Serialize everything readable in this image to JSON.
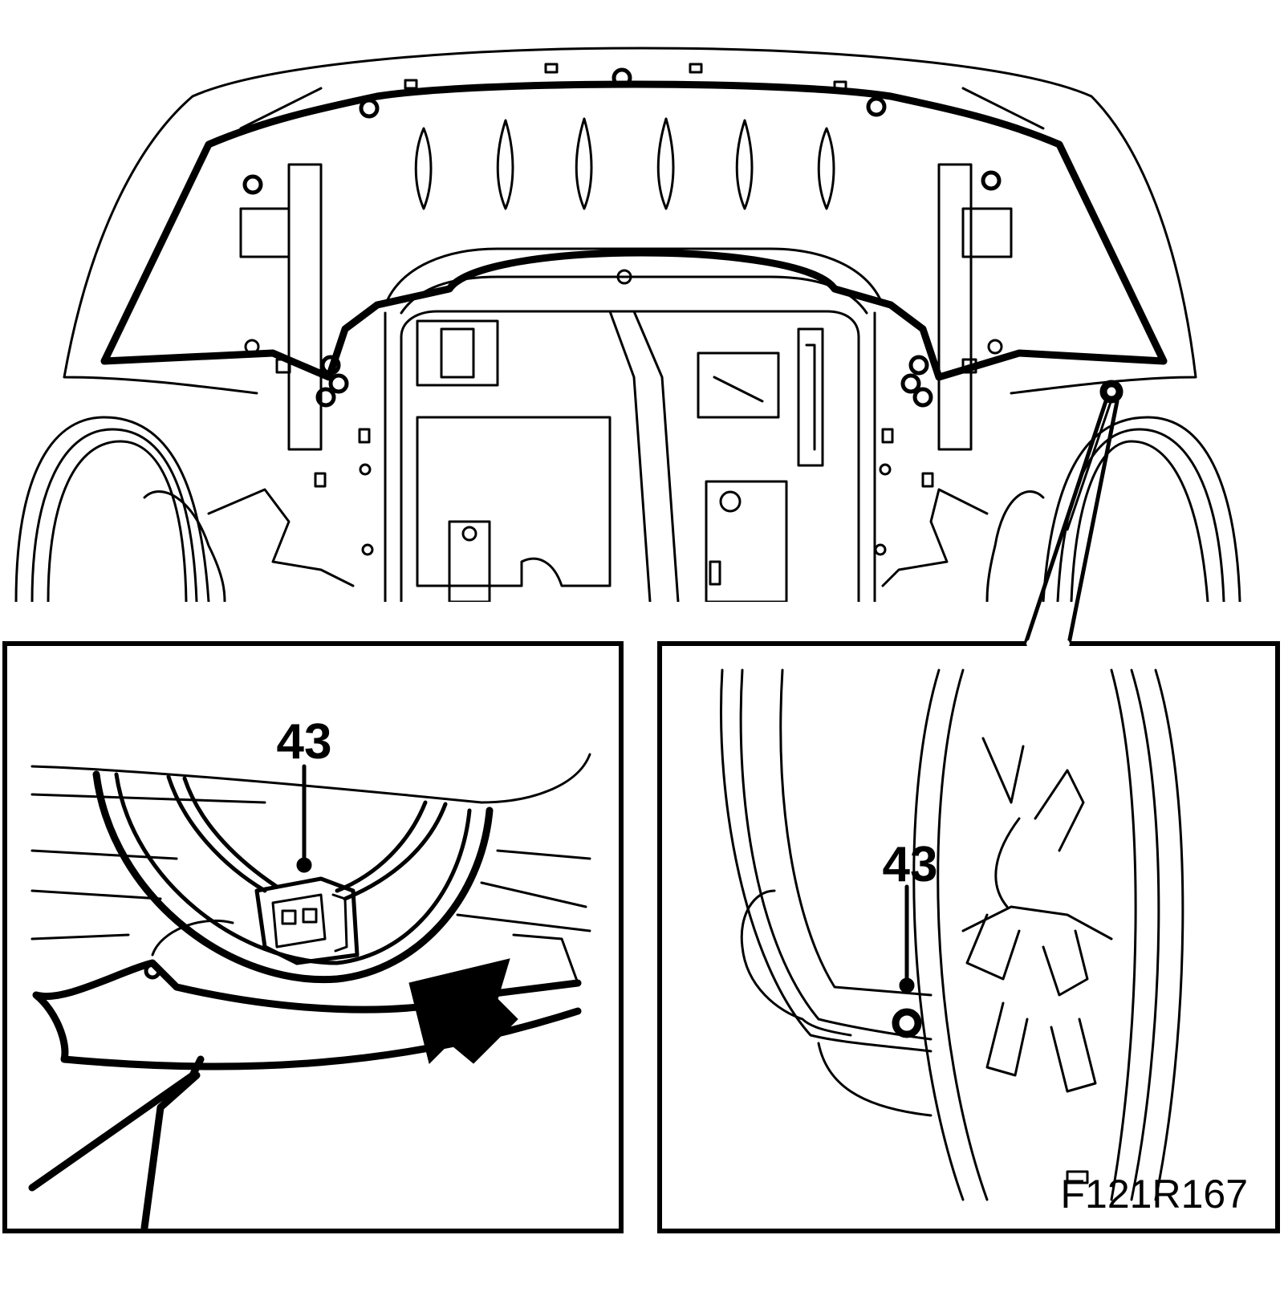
{
  "figure": {
    "callout_left": "43",
    "callout_right": "43",
    "figure_code": "F121R167"
  },
  "colors": {
    "line": "#000000",
    "background": "#ffffff"
  }
}
